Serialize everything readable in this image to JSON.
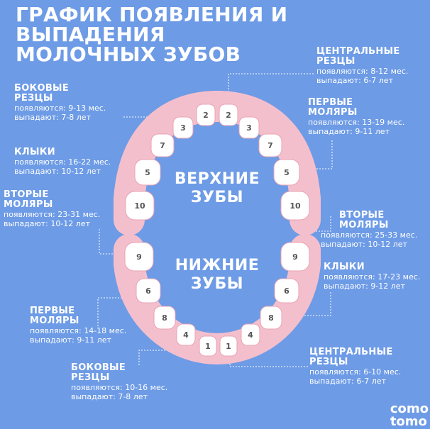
{
  "title": {
    "line1": "ГРАФИК ПОЯВЛЕНИЯ И ВЫПАДЕНИЯ",
    "line2": "МОЛОЧНЫХ ЗУБОВ"
  },
  "colors": {
    "background": "#6d9be6",
    "gum": "#f4bfcc",
    "tooth": "#ffffff",
    "text": "#ffffff",
    "tooth_number": "#555555",
    "connector": "#dfe9fb"
  },
  "jaws": {
    "upper": {
      "line1": "ВЕРХНИЕ",
      "line2": "ЗУБЫ"
    },
    "lower": {
      "line1": "НИЖНИЕ",
      "line2": "ЗУБЫ"
    }
  },
  "labels": {
    "upper_central": {
      "h1": "ЦЕНТРАЛЬНЫЕ",
      "h2": "РЕЗЦЫ",
      "appear": "появляются: 8-12 мес.",
      "fall": "выпадают: 6-7 лет"
    },
    "upper_lateral": {
      "h1": "БОКОВЫЕ",
      "h2": "РЕЗЦЫ",
      "appear": "появляются: 9-13 мес.",
      "fall": "выпадают: 7-8 лет"
    },
    "upper_first_molars": {
      "h1": "ПЕРВЫЕ",
      "h2": "МОЛЯРЫ",
      "appear": "появляются: 13-19 мес.",
      "fall": "выпадают: 9-11 лет"
    },
    "upper_canines": {
      "h1": "КЛЫКИ",
      "appear": "появляются: 16-22 мес.",
      "fall": "выпадают: 10-12 лет"
    },
    "upper_second_molars": {
      "h1": "ВТОРЫЕ",
      "h2": "МОЛЯРЫ",
      "appear": "появляются: 23-31 мес.",
      "fall": "выпадают: 10-12 лет"
    },
    "lower_second_molars": {
      "h1": "ВТОРЫЕ",
      "h2": "МОЛЯРЫ",
      "appear": "появляются: 25-33 мес.",
      "fall": "выпадают: 10-12 лет"
    },
    "lower_canines": {
      "h1": "КЛЫКИ",
      "appear": "появляются: 17-23 мес.",
      "fall": "выпадают: 9-12 лет"
    },
    "lower_first_molars": {
      "h1": "ПЕРВЫЕ",
      "h2": "МОЛЯРЫ",
      "appear": "появляются: 14-18 мес.",
      "fall": "выпадают: 9-11 лет"
    },
    "lower_central": {
      "h1": "ЦЕНТРАЛЬНЫЕ",
      "h2": "РЕЗЦЫ",
      "appear": "появляются: 6-10 мес.",
      "fall": "выпадают: 6-7 лет"
    },
    "lower_lateral": {
      "h1": "БОКОВЫЕ",
      "h2": "РЕЗЦЫ",
      "appear": "появляются: 10-16 мес.",
      "fall": "выпадают: 7-8 лет"
    }
  },
  "teeth": {
    "upper": [
      "2",
      "2",
      "3",
      "3",
      "7",
      "7",
      "5",
      "5",
      "10",
      "10"
    ],
    "lower": [
      "1",
      "1",
      "4",
      "4",
      "8",
      "8",
      "6",
      "6",
      "9",
      "9"
    ]
  },
  "logo": {
    "line1": "como",
    "line2": "tomo"
  }
}
